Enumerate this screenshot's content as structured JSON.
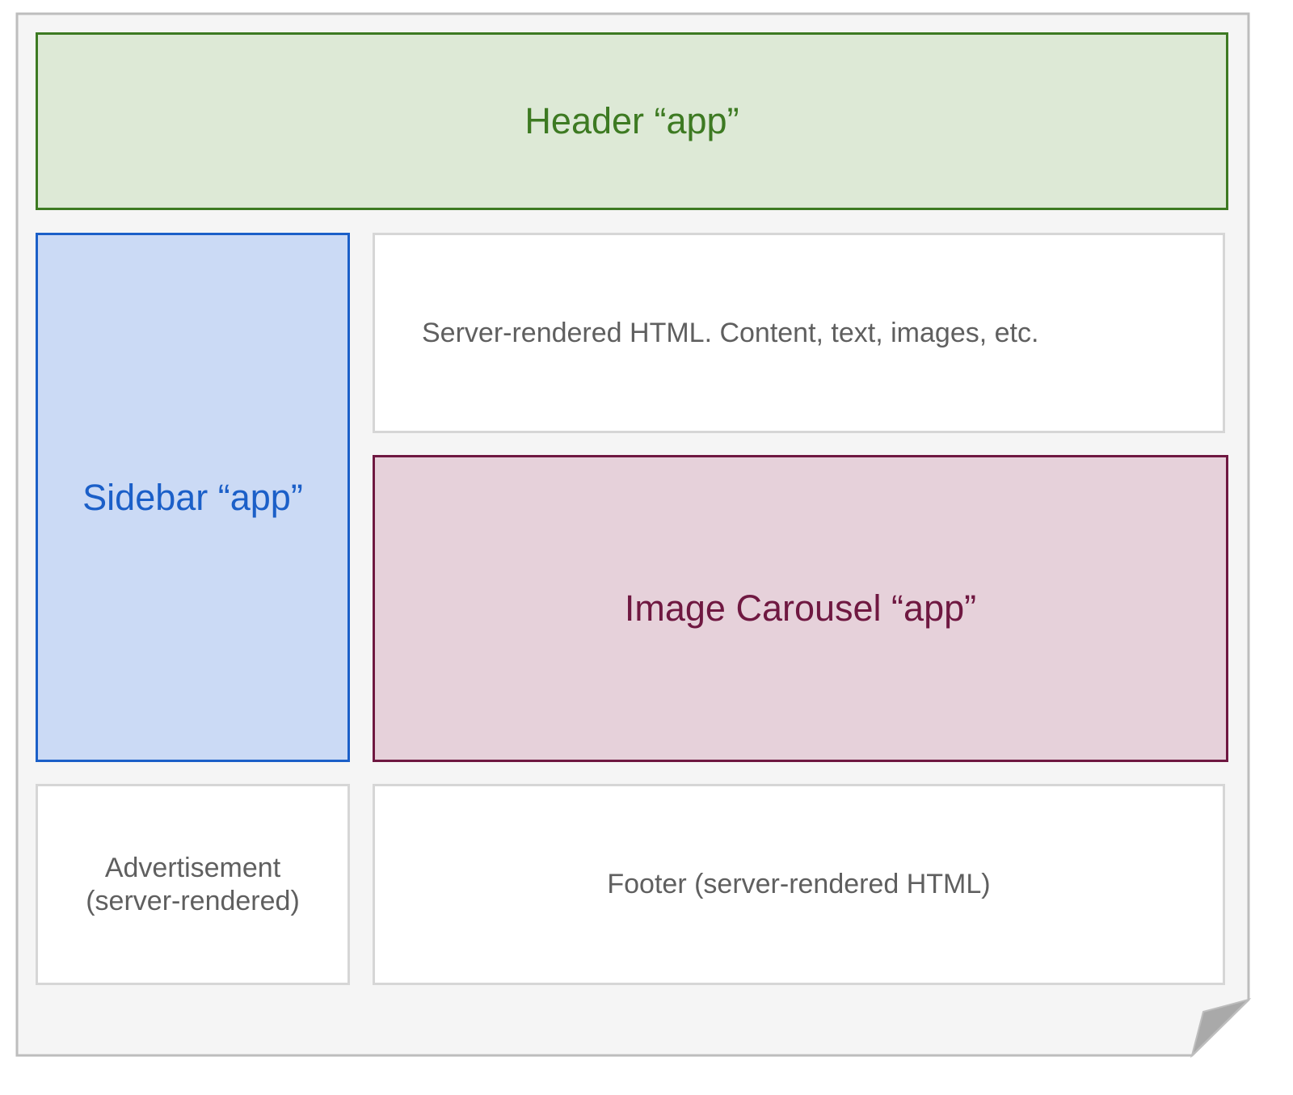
{
  "header": {
    "label": "Header “app”",
    "fill_color": "#dde9d6",
    "accent_color": "#3d7a22"
  },
  "sidebar": {
    "label": "Sidebar “app”",
    "fill_color": "#cbdaf5",
    "accent_color": "#1b5fc8"
  },
  "content": {
    "label": "Server-rendered HTML. Content, text, images, etc."
  },
  "carousel": {
    "label": "Image Carousel “app”",
    "fill_color": "#e6d1da",
    "accent_color": "#6f1841"
  },
  "advertisement": {
    "line1": "Advertisement",
    "line2": "(server-rendered)"
  },
  "footer": {
    "label": "Footer (server-rendered HTML)"
  },
  "colors": {
    "page_background": "#f5f5f5",
    "page_border": "#bdbdbd",
    "plain_box_border": "#d6d6d6",
    "plain_text": "#5f5f5f",
    "folded_corner": "#a9a9a9"
  }
}
